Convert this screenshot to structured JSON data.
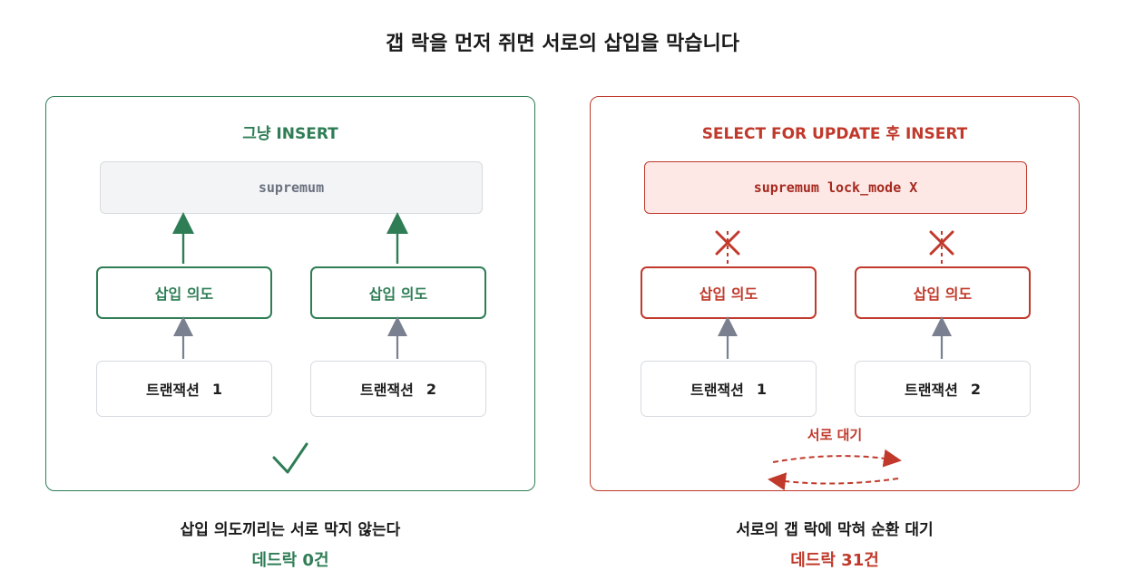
{
  "title": "갭 락을 먼저 쥐면 서로의 삽입을 막습니다",
  "left": {
    "heading": "그냥 INSERT",
    "record": "supremum",
    "intent_1": "삽입 의도",
    "intent_2": "삽입 의도",
    "tx_1_label": "트랜잭션",
    "tx_1_num": "1",
    "tx_2_label": "트랜잭션",
    "tx_2_num": "2",
    "caption": "삽입 의도끼리는 서로 막지 않는다",
    "result": "데드락 0건",
    "color": "#2e7d55"
  },
  "right": {
    "heading": "SELECT FOR UPDATE 후 INSERT",
    "record": "supremum lock_mode X",
    "intent_1": "삽입 의도",
    "intent_2": "삽입 의도",
    "tx_1_label": "트랜잭션",
    "tx_1_num": "1",
    "tx_2_label": "트랜잭션",
    "tx_2_num": "2",
    "wait_label": "서로 대기",
    "caption": "서로의 갭 락에 막혀 순환 대기",
    "result": "데드락 31건",
    "color": "#c0392b"
  },
  "icons": {
    "success": "check-icon",
    "blocked": "cross-icon"
  }
}
